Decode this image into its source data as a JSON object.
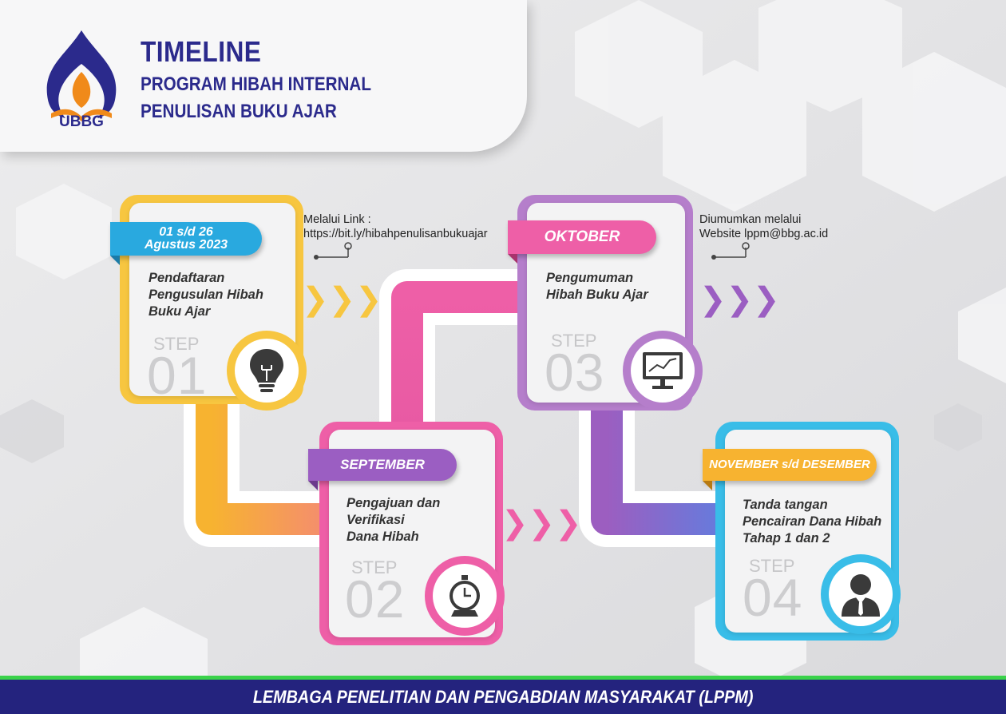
{
  "header": {
    "logo_text": "UBBG",
    "title": "TIMELINE",
    "subtitle_line1": "PROGRAM HIBAH INTERNAL",
    "subtitle_line2": "PENULISAN BUKU AJAR"
  },
  "steps": [
    {
      "date": "01 s/d 26\nAgustus 2023",
      "description": "Pendaftaran\nPengusulan Hibah\nBuku Ajar",
      "step_label": "STEP",
      "step_number": "01",
      "icon": "lightbulb-icon",
      "color": "#f7c640"
    },
    {
      "date": "SEPTEMBER",
      "description": "Pengajuan dan\nVerifikasi\nDana Hibah",
      "step_label": "STEP",
      "step_number": "02",
      "icon": "stopwatch-icon",
      "color": "#ee5fa7"
    },
    {
      "date": "OKTOBER",
      "description": "Pengumuman\nHibah Buku Ajar",
      "step_label": "STEP",
      "step_number": "03",
      "icon": "monitor-chart-icon",
      "color": "#b57ecb"
    },
    {
      "date": "NOVEMBER s/d DESEMBER",
      "description": "Tanda tangan\nPencairan Dana Hibah\nTahap 1 dan 2",
      "step_label": "STEP",
      "step_number": "04",
      "icon": "businessman-icon",
      "color": "#39bde8"
    }
  ],
  "notes": {
    "step1": "Melalui Link :\nhttps://bit.ly/hibahpenulisanbukuajar",
    "step3": "Diumumkan melalui\nWebsite lppm@bbg.ac.id"
  },
  "arrows": "❯❯❯",
  "footer": "LEMBAGA PENELITIAN DAN PENGABDIAN MASYARAKAT (LPPM)"
}
